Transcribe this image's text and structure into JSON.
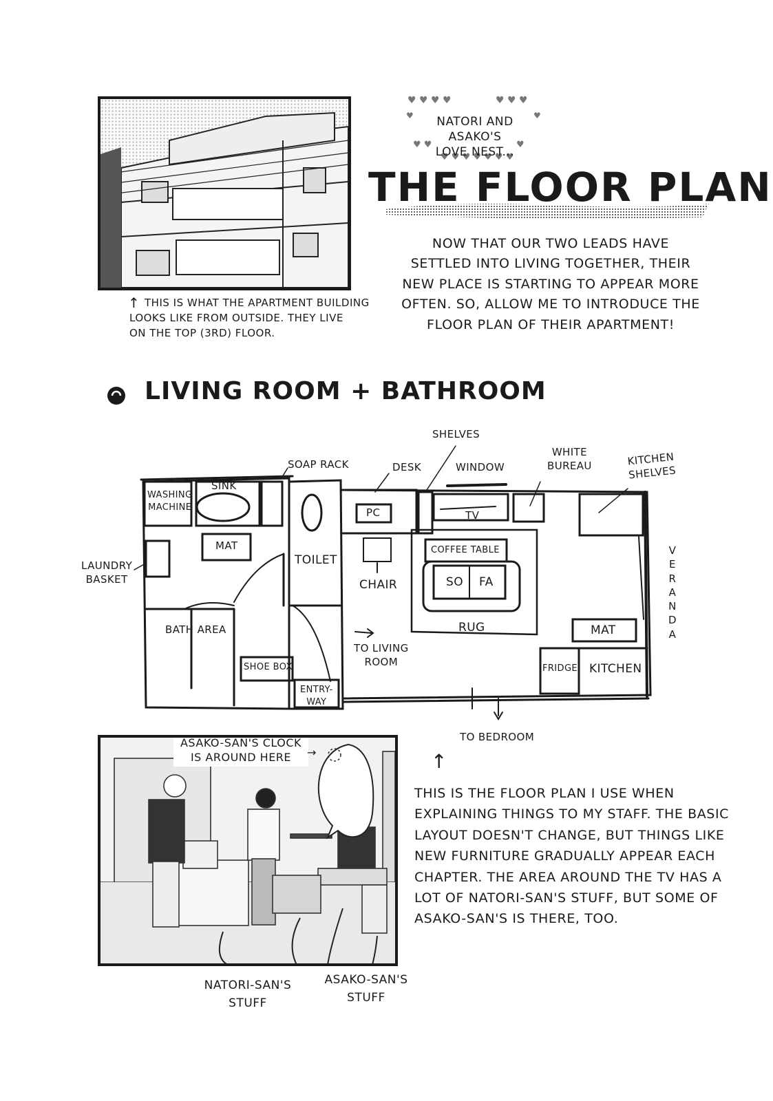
{
  "header": {
    "tagline_line1": "NATORI AND ASAKO'S",
    "tagline_line2": "LOVE NEST...",
    "title": "THE FLOOR PLAN!",
    "intro_lines": [
      "NOW THAT OUR TWO LEADS HAVE",
      "SETTLED INTO LIVING TOGETHER, THEIR",
      "NEW PLACE IS STARTING TO APPEAR MORE",
      "OFTEN. SO, ALLOW ME TO INTRODUCE THE",
      "FLOOR PLAN OF THEIR APARTMENT!"
    ]
  },
  "building_caption": {
    "lines": [
      "THIS IS WHAT THE APARTMENT BUILDING",
      "LOOKS LIKE FROM OUTSIDE. THEY LIVE",
      "ON THE TOP (3RD) FLOOR."
    ]
  },
  "section": {
    "title": "LIVING ROOM + BATHROOM"
  },
  "floor_plan": {
    "labels": {
      "shelves": "SHELVES",
      "soap_rack": "SOAP RACK",
      "desk": "DESK",
      "window": "WINDOW",
      "white_bureau_1": "WHITE",
      "white_bureau_2": "BUREAU",
      "kitchen_shelves_1": "KITCHEN",
      "kitchen_shelves_2": "SHELVES",
      "washing_machine_1": "WASHING",
      "washing_machine_2": "MACHINE",
      "sink": "SINK",
      "mat_bath": "MAT",
      "laundry_1": "LAUNDRY",
      "laundry_2": "BASKET",
      "toilet": "TOILET",
      "pc": "PC",
      "chair": "CHAIR",
      "tv": "TV",
      "coffee_table": "COFFEE TABLE",
      "sofa_1": "SO",
      "sofa_2": "FA",
      "rug": "RUG",
      "bath_area": "BATH AREA",
      "to_living_1": "TO LIVING",
      "to_living_2": "ROOM",
      "shoe_box": "SHOE BOX",
      "entryway_1": "ENTRY-",
      "entryway_2": "WAY",
      "mat_kitchen": "MAT",
      "fridge": "FRIDGE",
      "kitchen": "KITCHEN",
      "veranda": "VERANDA",
      "to_bedroom": "TO BEDROOM"
    }
  },
  "interior_panel": {
    "clock_line1": "ASAKO-SAN'S CLOCK",
    "clock_line2": "IS AROUND HERE",
    "natori_line1": "NATORI-SAN'S",
    "natori_line2": "STUFF",
    "asako_line1": "ASAKO-SAN'S",
    "asako_line2": "STUFF"
  },
  "explanation": {
    "lines": [
      "THIS IS THE FLOOR PLAN I USE WHEN",
      "EXPLAINING THINGS TO MY STAFF. THE BASIC",
      "LAYOUT DOESN'T CHANGE, BUT THINGS LIKE",
      "NEW FURNITURE GRADUALLY APPEAR EACH",
      "CHAPTER. THE AREA AROUND THE TV HAS A",
      "LOT OF NATORI-SAN'S STUFF, BUT SOME OF",
      "ASAKO-SAN'S IS THERE, TOO."
    ]
  }
}
